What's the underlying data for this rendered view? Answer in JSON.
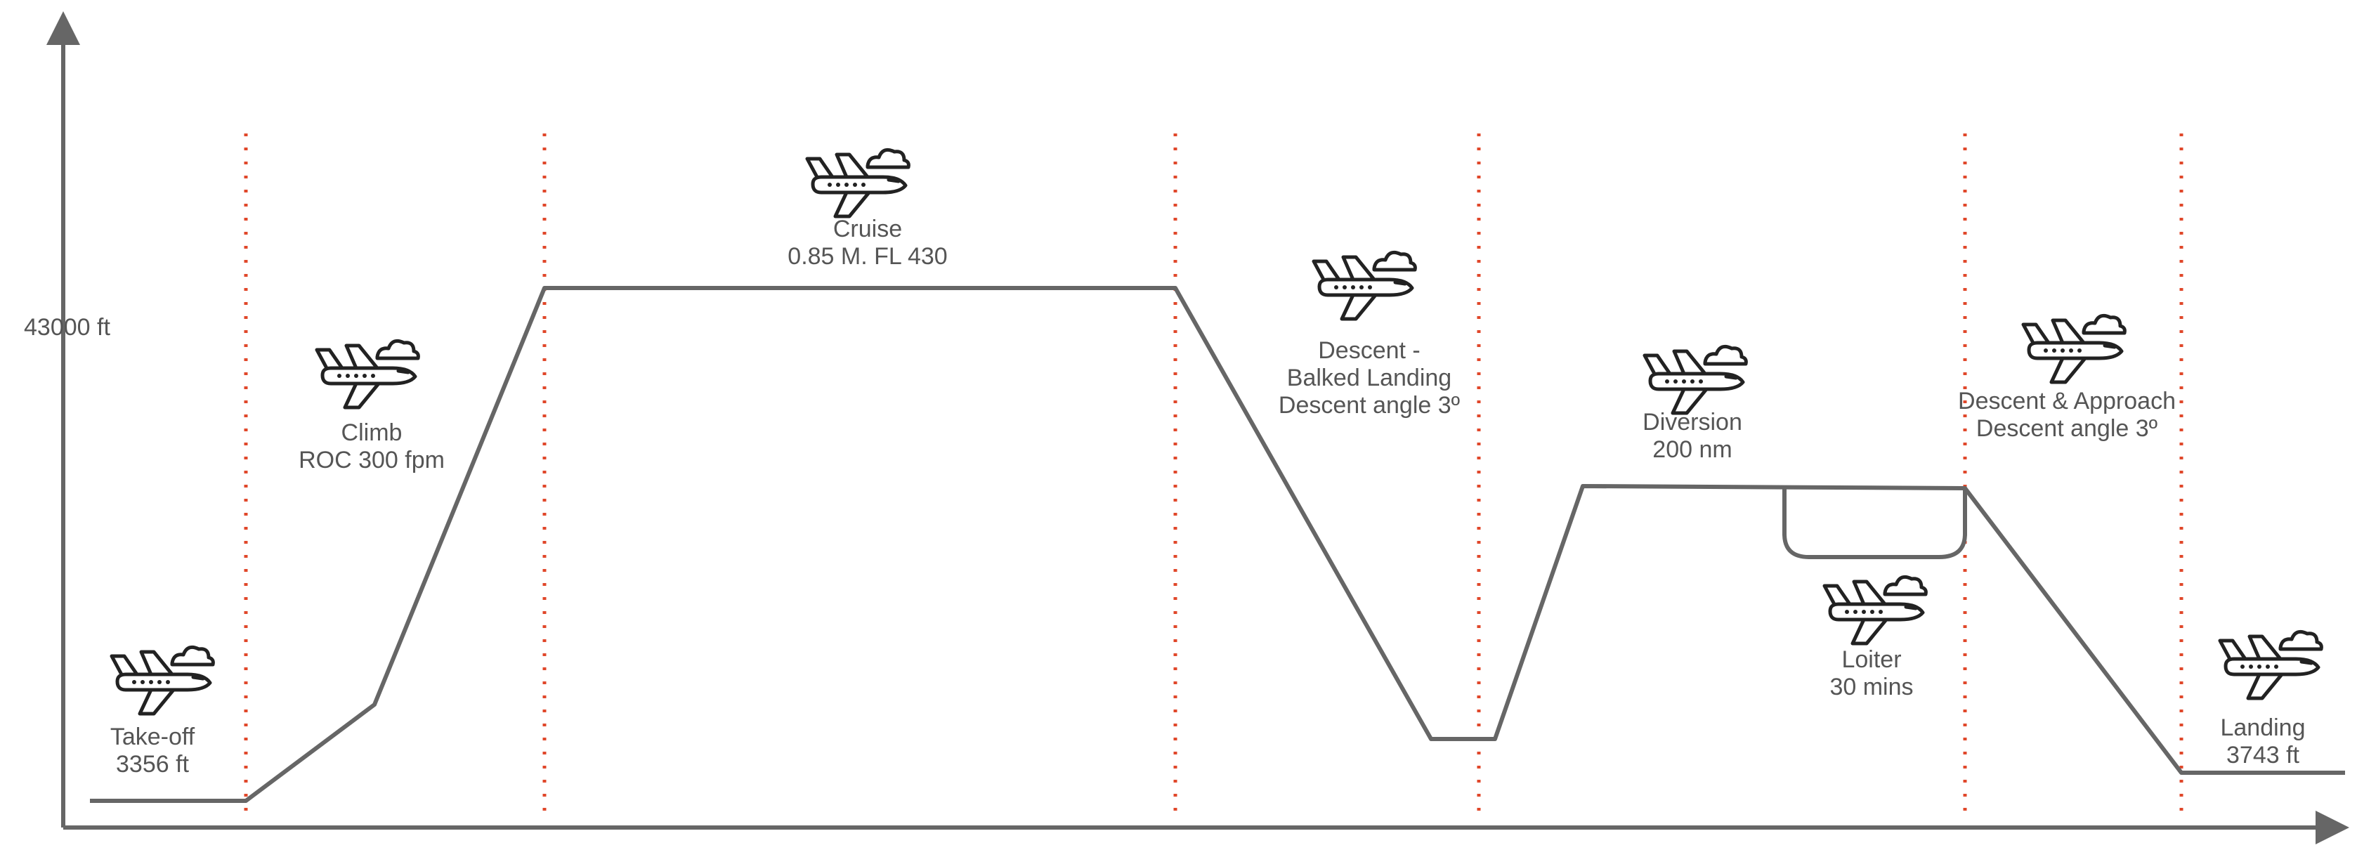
{
  "altitude_label": "43000 ft",
  "colors": {
    "profile": "#666666",
    "axis": "#666666",
    "dividers": "#e0472a",
    "text": "#555555",
    "icon": "#222222"
  },
  "icon": "airplane-with-cloud-icon",
  "phases": [
    {
      "key": "takeoff",
      "lines": [
        "Take-off",
        "3356 ft"
      ]
    },
    {
      "key": "climb",
      "lines": [
        "Climb",
        "ROC 300 fpm"
      ]
    },
    {
      "key": "cruise",
      "lines": [
        "Cruise",
        "0.85 M.  FL 430"
      ]
    },
    {
      "key": "descent",
      "lines": [
        "Descent -",
        "Balked Landing",
        "Descent angle 3º"
      ]
    },
    {
      "key": "diversion",
      "lines": [
        "Diversion",
        "200 nm"
      ]
    },
    {
      "key": "loiter",
      "lines": [
        "Loiter",
        "30 mins"
      ]
    },
    {
      "key": "approach",
      "lines": [
        "Descent & Approach",
        "Descent angle 3º"
      ]
    },
    {
      "key": "landing",
      "lines": [
        "Landing",
        "3743 ft"
      ]
    }
  ]
}
